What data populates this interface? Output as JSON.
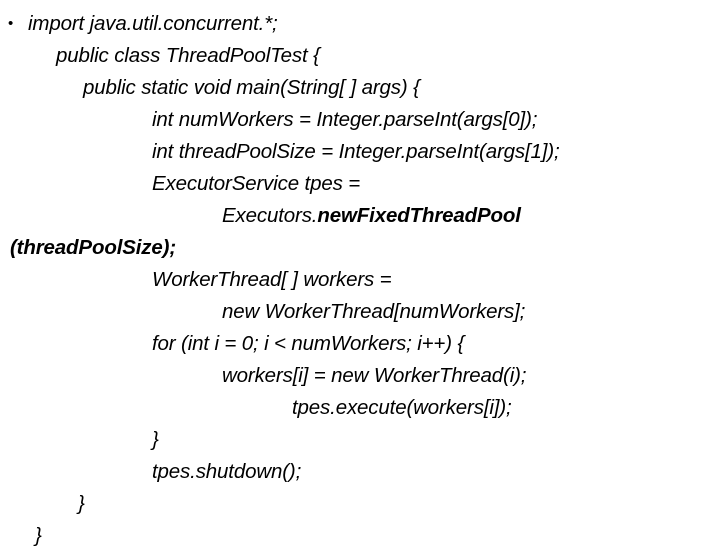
{
  "slide": {
    "background_color": "#ffffff",
    "text_color": "#000000",
    "bullet_glyph": "•",
    "language": "java",
    "code_lines": [
      {
        "id": "line-import",
        "indent": "ind-0",
        "bulleted": true,
        "text": "import java.util.concurrent.*;",
        "runs": [
          {
            "text": "import java.util.concurrent.*;",
            "bold": false
          }
        ]
      },
      {
        "id": "line-class-decl",
        "indent": "ind-1",
        "bulleted": false,
        "text": "public class ThreadPoolTest {",
        "runs": [
          {
            "text": "public class ThreadPoolTest {",
            "bold": false
          }
        ]
      },
      {
        "id": "line-main-decl",
        "indent": "ind-2",
        "bulleted": false,
        "text": "public static void main(String[ ] args) {",
        "runs": [
          {
            "text": "public static void main(String[ ] args) {",
            "bold": false
          }
        ]
      },
      {
        "id": "line-num-workers",
        "indent": "ind-3",
        "bulleted": false,
        "text": "int numWorkers = Integer.parseInt(args[0]);",
        "runs": [
          {
            "text": "int numWorkers = Integer.parseInt(args[0]);",
            "bold": false
          }
        ]
      },
      {
        "id": "line-pool-size",
        "indent": "ind-3",
        "bulleted": false,
        "text": "int threadPoolSize = Integer.parseInt(args[1]);",
        "runs": [
          {
            "text": "int threadPoolSize = Integer.parseInt(args[1]);",
            "bold": false
          }
        ]
      },
      {
        "id": "line-executor-service",
        "indent": "ind-3",
        "bulleted": false,
        "text": "ExecutorService tpes =",
        "runs": [
          {
            "text": "ExecutorService tpes =",
            "bold": false
          }
        ]
      },
      {
        "id": "line-executors-newfixed",
        "indent": "ind-4",
        "bulleted": false,
        "text": "Executors.newFixedThreadPool",
        "runs": [
          {
            "text": "Executors.",
            "bold": false
          },
          {
            "text": "newFixedThreadPool",
            "bold": true
          }
        ]
      },
      {
        "id": "line-threadpoolsize-arg",
        "indent": "ind-flush",
        "bulleted": false,
        "text": "(threadPoolSize);",
        "runs": [
          {
            "text": "(threadPoolSize);",
            "bold": true
          }
        ]
      },
      {
        "id": "line-workers-decl",
        "indent": "ind-3",
        "bulleted": false,
        "text": "WorkerThread[ ] workers =",
        "runs": [
          {
            "text": "WorkerThread[ ] workers =",
            "bold": false
          }
        ]
      },
      {
        "id": "line-workers-new",
        "indent": "ind-4",
        "bulleted": false,
        "text": "new WorkerThread[numWorkers];",
        "runs": [
          {
            "text": "new WorkerThread[numWorkers];",
            "bold": false
          }
        ]
      },
      {
        "id": "line-for-loop",
        "indent": "ind-3",
        "bulleted": false,
        "text": "for (int i = 0; i < numWorkers; i++) {",
        "runs": [
          {
            "text": "for (int i = 0; i < numWorkers; i++) {",
            "bold": false
          }
        ]
      },
      {
        "id": "line-worker-assign",
        "indent": "ind-4",
        "bulleted": false,
        "text": "workers[i] = new WorkerThread(i);",
        "runs": [
          {
            "text": "workers[i] = new WorkerThread(i);",
            "bold": false
          }
        ]
      },
      {
        "id": "line-tpes-execute",
        "indent": "ind-5",
        "bulleted": false,
        "text": "tpes.execute(workers[i]);",
        "runs": [
          {
            "text": "tpes.execute(workers[i]);",
            "bold": false
          }
        ]
      },
      {
        "id": "line-close-for",
        "indent": "ind-3",
        "bulleted": false,
        "text": "}",
        "runs": [
          {
            "text": "}",
            "bold": false
          }
        ]
      },
      {
        "id": "line-tpes-shutdown",
        "indent": "ind-3",
        "bulleted": false,
        "text": "tpes.shutdown();",
        "runs": [
          {
            "text": "tpes.shutdown();",
            "bold": false
          }
        ]
      },
      {
        "id": "line-close-main",
        "indent": "ind-br2",
        "bulleted": false,
        "text": "}",
        "runs": [
          {
            "text": "}",
            "bold": false
          }
        ]
      },
      {
        "id": "line-close-class",
        "indent": "ind-br1",
        "bulleted": false,
        "text": "}",
        "runs": [
          {
            "text": "}",
            "bold": false
          }
        ]
      }
    ]
  }
}
